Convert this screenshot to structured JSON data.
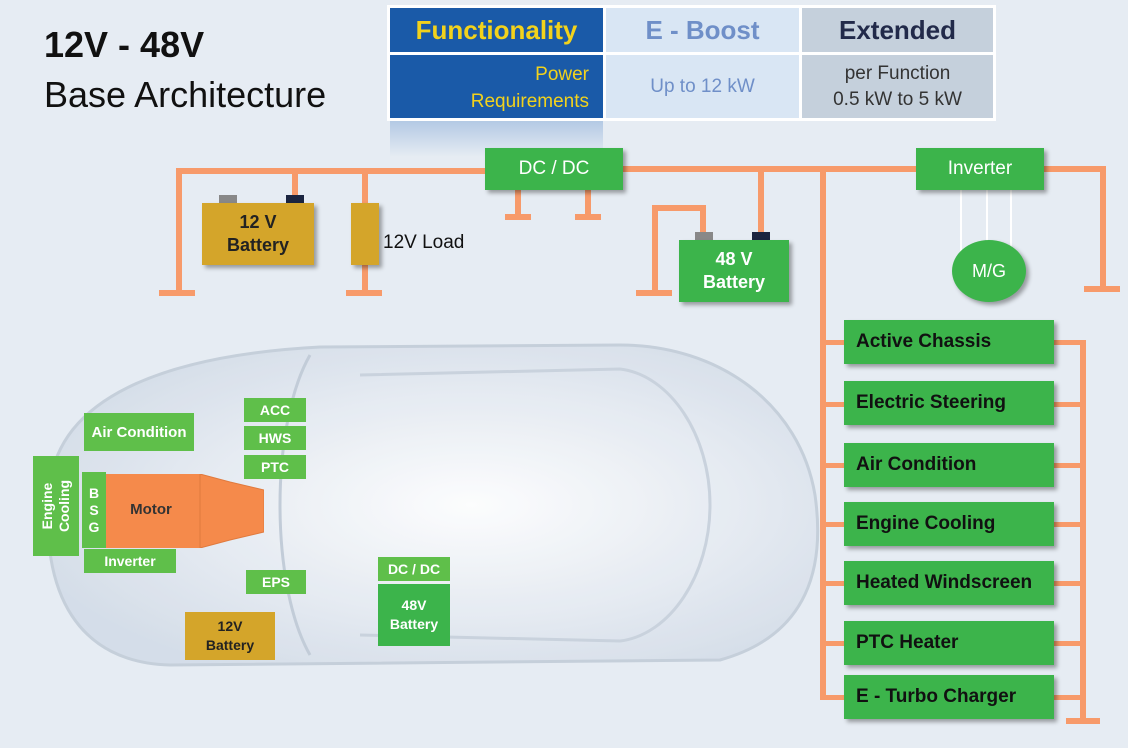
{
  "title": {
    "line1": "12V - 48V",
    "line2": "Base Architecture"
  },
  "table": {
    "col1_header": "Functionality",
    "col2_header": "E - Boost",
    "col3_header": "Extended",
    "row_label_line1": "Power",
    "row_label_line2": "Requirements",
    "eboost_value": "Up to 12 kW",
    "extended_line1": "per Function",
    "extended_line2": "0.5 kW to 5 kW"
  },
  "schematic": {
    "battery_12v": {
      "line1": "12 V",
      "line2": "Battery"
    },
    "load_12v": "12V Load",
    "dcdc": "DC / DC",
    "battery_48v": {
      "line1": "48 V",
      "line2": "Battery"
    },
    "inverter": "Inverter",
    "motor_generator": "M/G"
  },
  "loads": [
    "Active Chassis",
    "Electric Steering",
    "Air Condition",
    "Engine Cooling",
    "Heated Windscreen",
    "PTC Heater",
    "E - Turbo Charger"
  ],
  "car": {
    "air_condition": "Air Condition",
    "acc": "ACC",
    "hws": "HWS",
    "ptc": "PTC",
    "engine_cooling_line1": "Engine",
    "engine_cooling_line2": "Cooling",
    "bsg": [
      "B",
      "S",
      "G"
    ],
    "motor": "Motor",
    "inverter": "Inverter",
    "eps": "EPS",
    "dcdc": "DC / DC",
    "battery_48v": {
      "line1": "48V",
      "line2": "Battery"
    },
    "battery_12v": {
      "line1": "12V",
      "line2": "Battery"
    }
  },
  "colors": {
    "green": "#3cb44b",
    "gold": "#d4a52a",
    "wire": "#f79a6a",
    "header_blue": "#1a5aa8",
    "header_yellow": "#f2d21c"
  }
}
